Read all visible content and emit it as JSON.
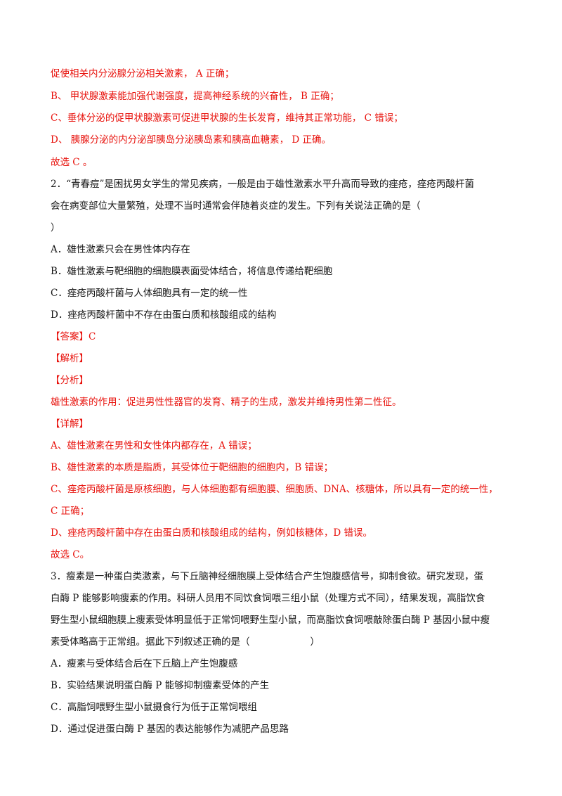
{
  "q1_tail": {
    "line_a": "促使相关内分泌腺分泌相关激素， A 正确；",
    "line_b": "B、 甲状腺激素能加强代谢强度，提高神经系统的兴奋性， B 正确；",
    "line_c": "C、垂体分泌的促甲状腺激素可促进甲状腺的生长发育，维持其正常功能， C 错误；",
    "line_d": "D、 胰腺分泌的内分泌部胰岛分泌胰岛素和胰高血糖素， D 正确。",
    "choice": "故选 C 。"
  },
  "q2": {
    "stem_1": "2．“青春痘”是困扰男女学生的常见疾病，一般是由于雄性激素水平升高而导致的痤疮，痤疮丙酸杆菌",
    "stem_2": "会在病变部位大量繁殖，处理不当时通常会伴随着炎症的发生。下列有关说法正确的是（",
    "stem_3": "）",
    "options": [
      "A．雄性激素只会在男性体内存在",
      "B．雄性激素与靶细胞的细胞膜表面受体结合，将信息传递给靶细胞",
      "C．痤疮丙酸杆菌与人体细胞具有一定的统一性",
      "D．痤疮丙酸杆菌中不存在由蛋白质和核酸组成的结构"
    ],
    "answer": "【答案】C",
    "analysis_title": "【解析】",
    "fenxi_title": "【分析】",
    "fenxi_text": "雄性激素的作用：促进男性性器官的发育、精子的生成，激发并维持男性第二性征。",
    "detail_title": "【详解】",
    "detail_a": "A、雄性激素在男性和女性体内都存在，A 错误；",
    "detail_b": "B、雄性激素的本质是脂质，其受体位于靶细胞的细胞内，B 错误；",
    "detail_c1": "C、痤疮丙酸杆菌是原核细胞，与人体细胞都有细胞膜、细胞质、DNA、核糖体，所以具有一定的统一性，",
    "detail_c2": "C 正确；",
    "detail_d": "D、痤疮丙酸杆菌中存在由蛋白质和核酸组成的结构，例如核糖体，D 错误。",
    "choice": "故选 C。"
  },
  "q3": {
    "stem_1": "3．瘦素是一种蛋白类激素，与下丘脑神经细胞膜上受体结合产生饱腹感信号，抑制食欲。研究发现，蛋",
    "stem_2": "白酶 P 能够影响瘦素的作用。科研人员用不同饮食饲喂三组小鼠（处理方式不同），结果发现，高脂饮食",
    "stem_3": "野生型小鼠细胞膜上瘦素受体明显低于正常饲喂野生型小鼠，而高脂饮食饲喂敲除蛋白酶 P 基因小鼠中瘦",
    "stem_4a": "素受体略高于正常组。据此下列叙述正确的是（",
    "stem_4b": "）",
    "options": [
      "A．瘦素与受体结合后在下丘脑上产生饱腹感",
      "B．实验结果说明蛋白酶 P 能够抑制瘦素受体的产生",
      "C．高脂饲喂野生型小鼠摄食行为低于正常饲喂组",
      "D．通过促进蛋白酶 P 基因的表达能够作为减肥产品思路"
    ]
  }
}
